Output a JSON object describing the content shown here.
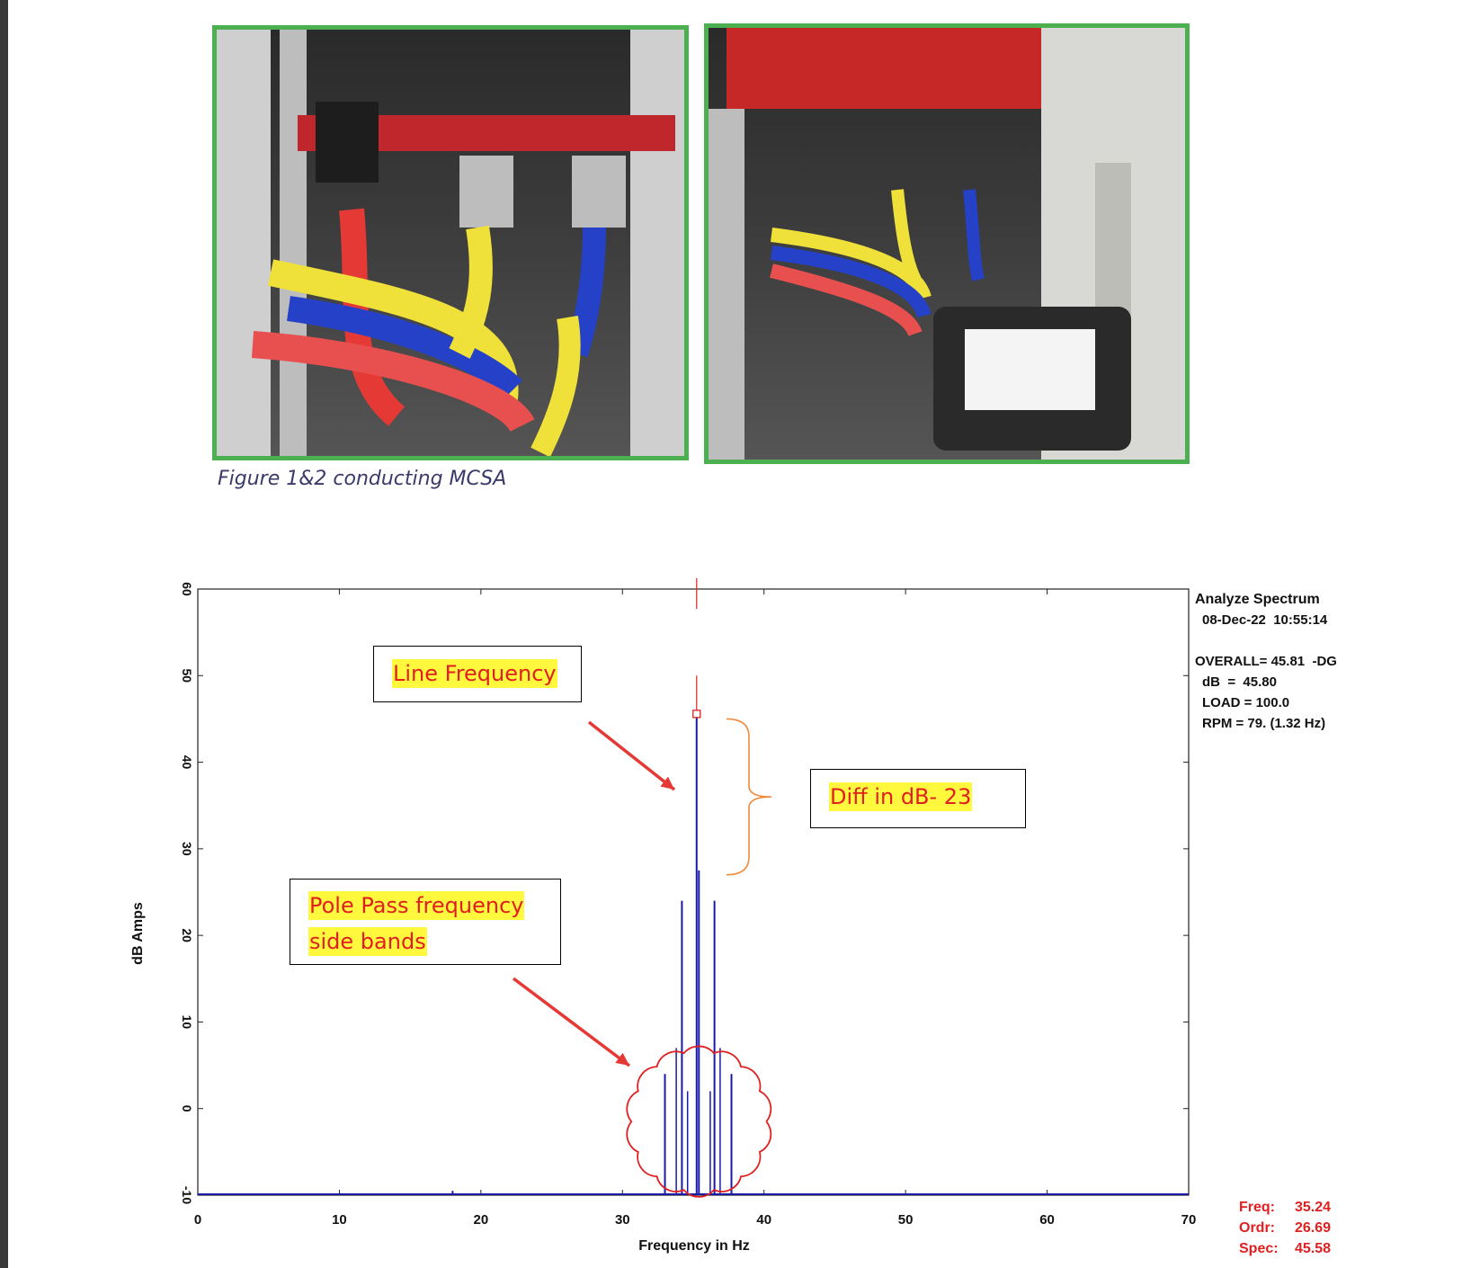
{
  "caption": "Figure 1&2 conducting MCSA",
  "info_panel": {
    "title": "Analyze Spectrum",
    "datetime": "08-Dec-22  10:55:14",
    "overall": "OVERALL= 45.81  -DG",
    "db": "dB  =  45.80",
    "load": "LOAD = 100.0",
    "rpm": "RPM = 79. (1.32 Hz)"
  },
  "readout": {
    "freq_label": "Freq:",
    "freq_value": "35.24",
    "ordr_label": "Ordr:",
    "ordr_value": "26.69",
    "spec_label": "Spec:",
    "spec_value": "45.58"
  },
  "annotations": {
    "line_frequency": "Line Frequency",
    "diff_db": "Diff in dB- 23",
    "pole_pass_1": "Pole Pass frequency",
    "pole_pass_2": "side bands"
  },
  "colors": {
    "frame": "#4caf50",
    "spectrum": "#1a1aa8",
    "cursor": "#e02020",
    "annotation_text": "#e02020",
    "highlight": "#fff83d",
    "bracket": "#f08a3c"
  },
  "chart_data": {
    "type": "line",
    "title": "",
    "xlabel": "Frequency in Hz",
    "ylabel": "dB Amps",
    "xlim": [
      0,
      70
    ],
    "ylim": [
      -10,
      60
    ],
    "xticks": [
      0,
      10,
      20,
      30,
      40,
      50,
      60,
      70
    ],
    "yticks": [
      -10,
      0,
      10,
      20,
      30,
      40,
      50,
      60
    ],
    "grid": false,
    "series": [
      {
        "peaks": [
          {
            "x": 18.0,
            "y": -9.5
          },
          {
            "x": 33.0,
            "y": 4.0
          },
          {
            "x": 34.2,
            "y": 24.0
          },
          {
            "x": 35.24,
            "y": 45.58
          },
          {
            "x": 35.4,
            "y": 27.5
          },
          {
            "x": 36.5,
            "y": 24.0
          },
          {
            "x": 37.7,
            "y": 4.0
          }
        ]
      }
    ],
    "cursor_x": 35.24
  }
}
